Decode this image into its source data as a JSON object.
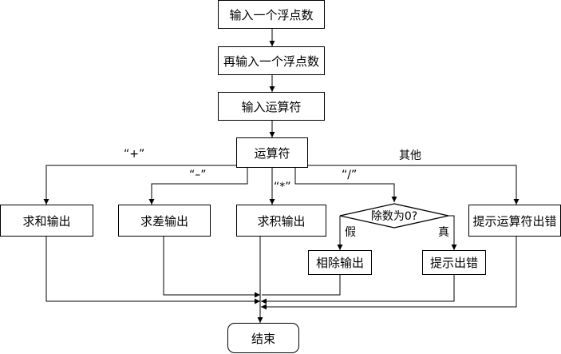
{
  "nodes": {
    "input1": "输入一个浮点数",
    "input2": "再输入一个浮点数",
    "input_op": "输入运算符",
    "operator": "运算符",
    "sum": "求和输出",
    "diff": "求差输出",
    "prod": "求积输出",
    "check_zero": "除数为0?",
    "other": "提示运算符出错",
    "divide": "相除输出",
    "error": "提示出错",
    "end": "结束"
  },
  "edges": {
    "plus": "“+”",
    "minus": "“–”",
    "times": "“*”",
    "slash": "“/”",
    "other": "其他",
    "false": "假",
    "true": "真"
  }
}
